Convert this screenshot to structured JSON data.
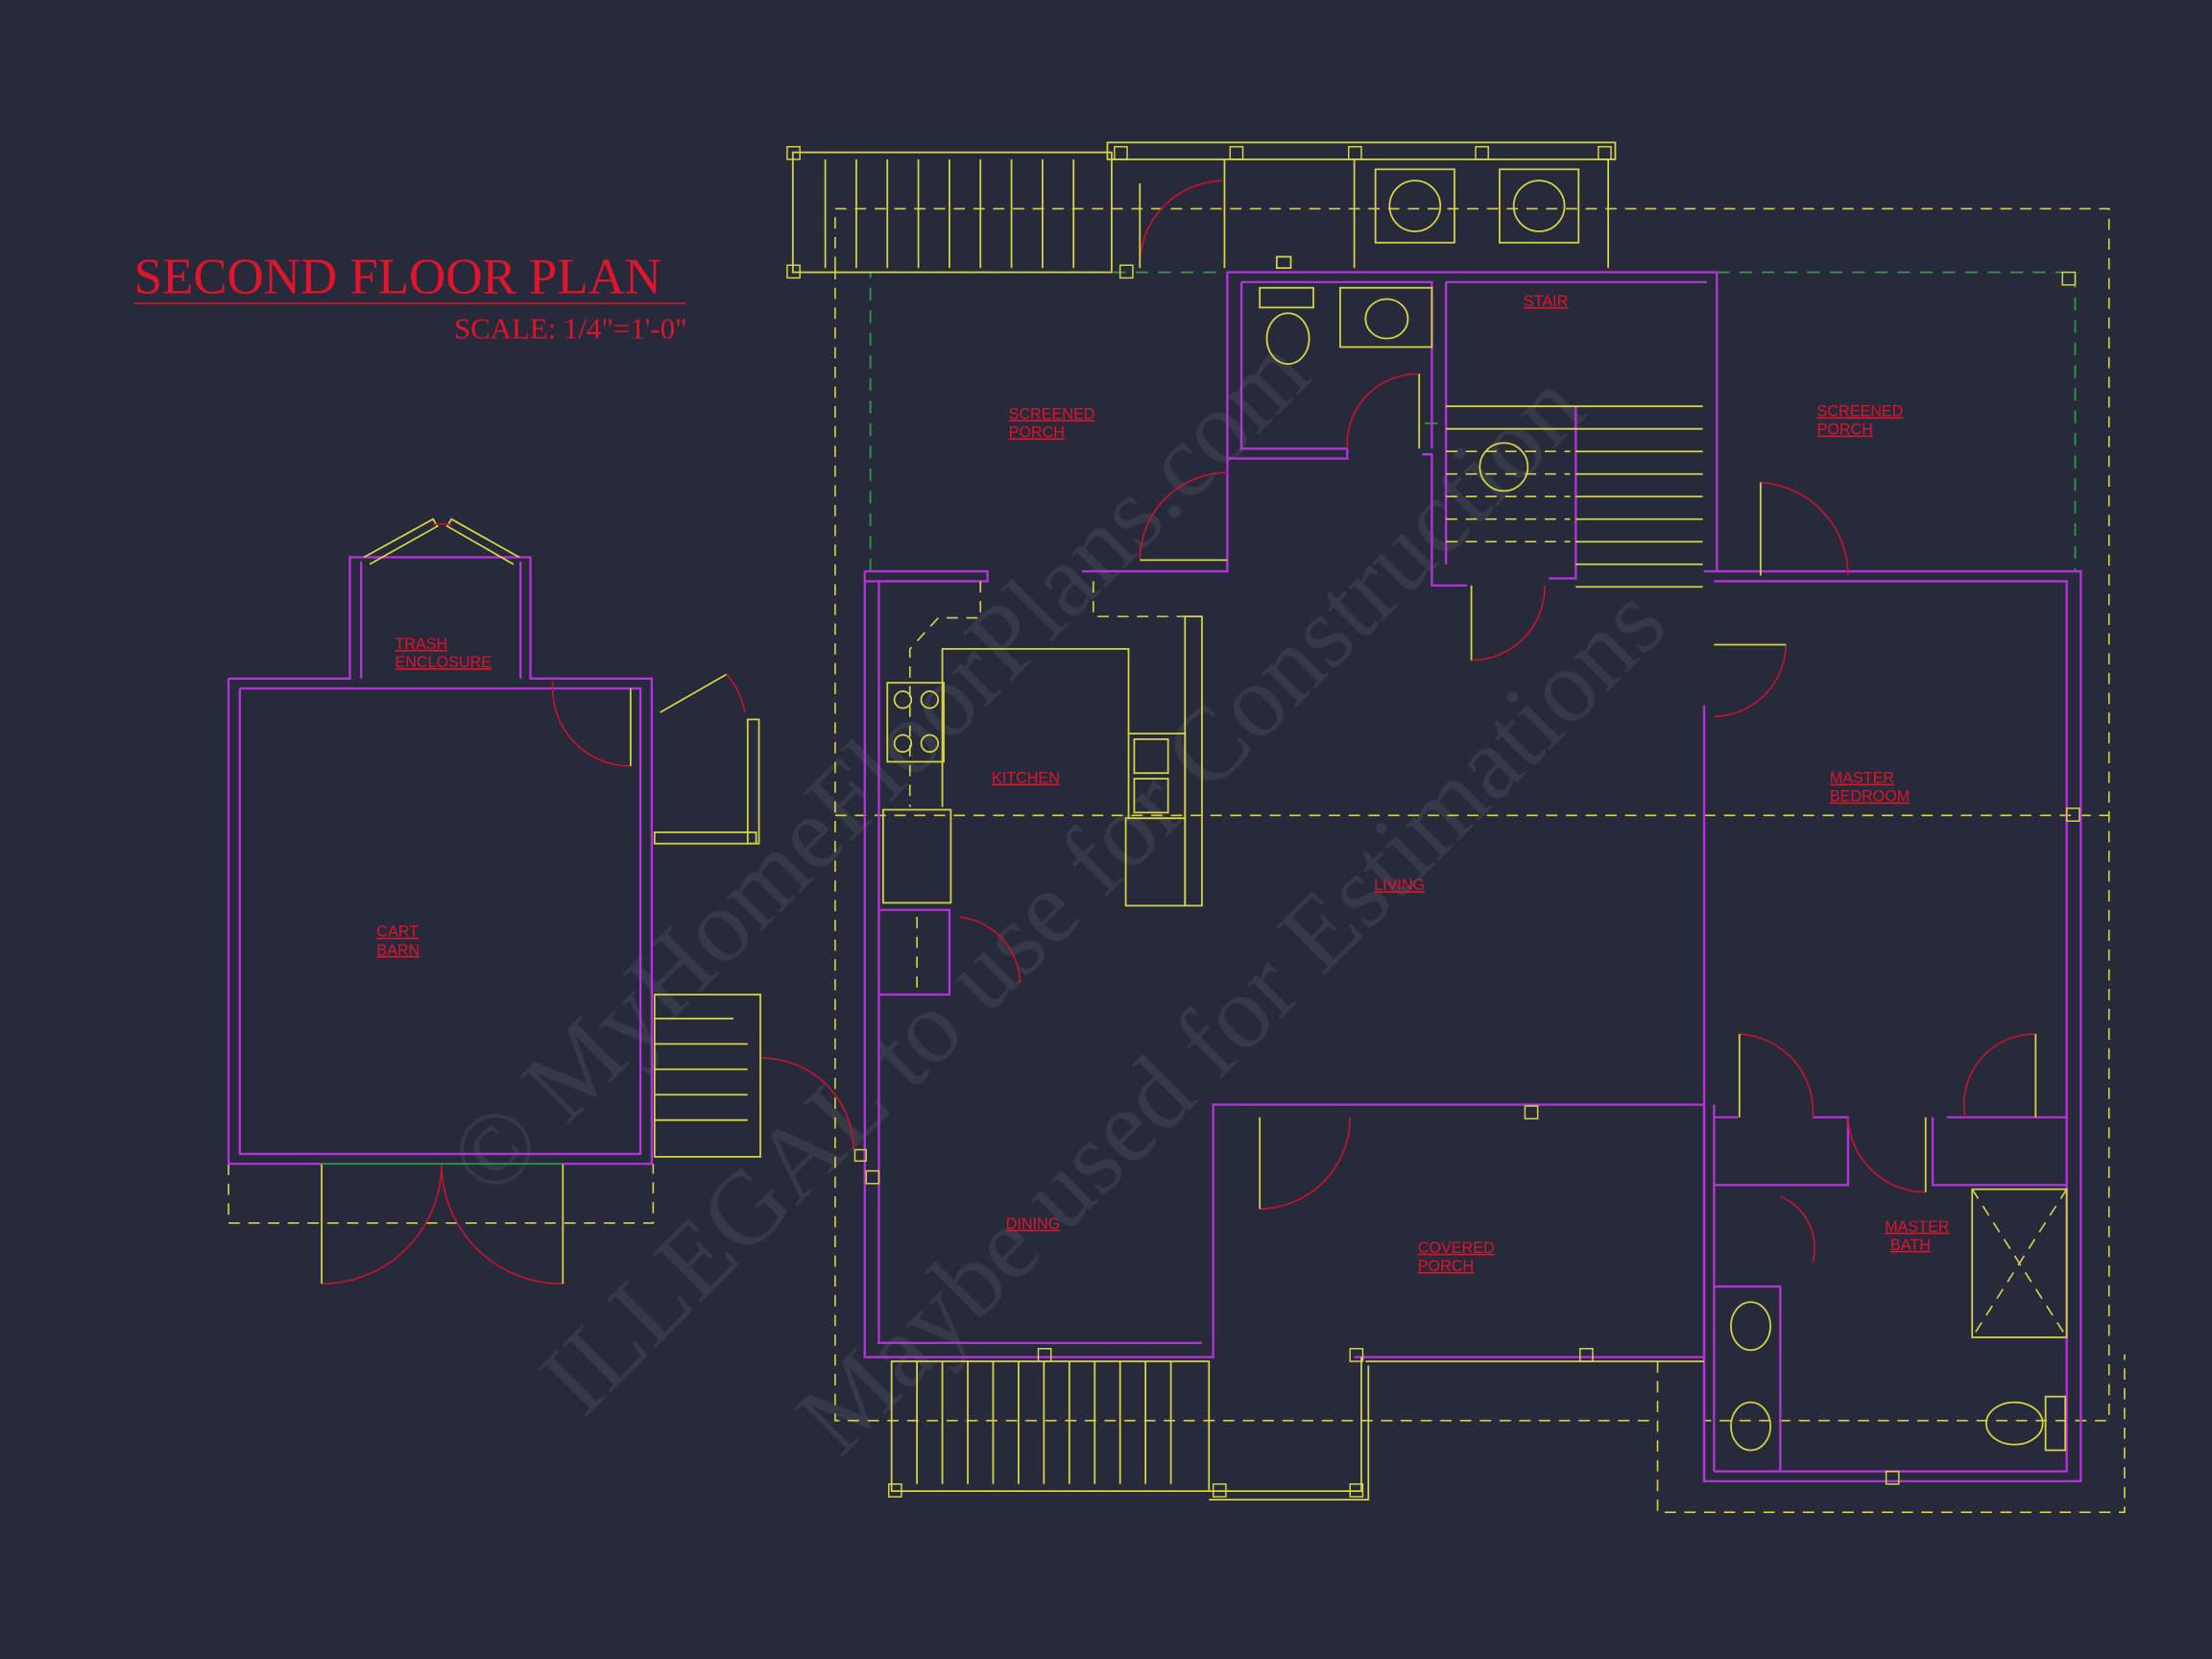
{
  "title": "SECOND FLOOR PLAN",
  "scale": "SCALE: 1/4\"=1'-0\"",
  "watermark": [
    "© MyHomeFloorPlans.com",
    "ILLEGAL to use for Construction",
    "Maybe used for Estimations"
  ],
  "rooms": {
    "screened_porch_left": [
      "SCREENED",
      "PORCH"
    ],
    "stair": "STAIR",
    "screened_porch_right": [
      "SCREENED",
      "PORCH"
    ],
    "trash_enclosure": [
      "TRASH",
      "ENCLOSURE"
    ],
    "kitchen": "KITCHEN",
    "master_bedroom": [
      "MASTER",
      "BEDROOM"
    ],
    "living": "LIVING",
    "cart_barn": [
      "CART",
      "BARN"
    ],
    "dining": "DINING",
    "covered_porch": [
      "COVERED",
      "PORCH"
    ],
    "master_bath": [
      "MASTER",
      "BATH"
    ]
  },
  "colors": {
    "background": "#262a3b",
    "walls": "#b233d6",
    "fixtures": "#d6d444",
    "doors": "#c8142a",
    "screen": "#2f9c45"
  }
}
